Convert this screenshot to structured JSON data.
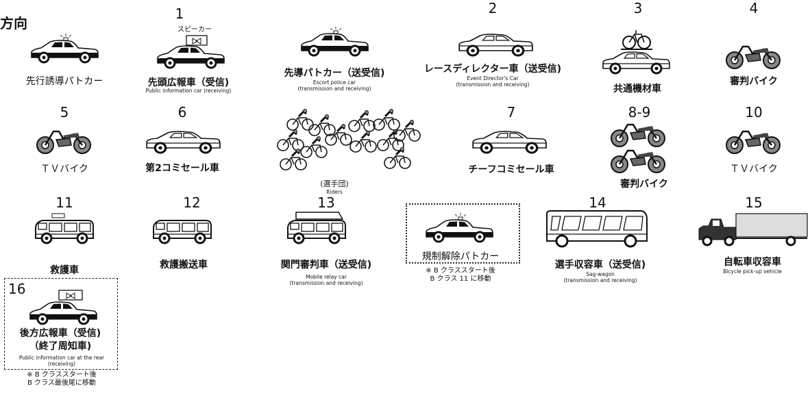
{
  "direction_label": "方向",
  "vehicles": [
    {
      "ja": "先行誘導パトカー"
    },
    {
      "number": "1",
      "ja": "先頭広報車（受信)",
      "en": "Public information car (receiving)",
      "speaker": "スピーカー"
    },
    {
      "ja": "先導パトカー（送受信)",
      "en": "Escort police car\n(transmission and receiving)"
    },
    {
      "number": "2",
      "ja": "レースディレクター車（送受信)",
      "en": "Event Director's Car\n(transmission and receiving)"
    },
    {
      "number": "3",
      "ja": "共通機材車"
    },
    {
      "number": "4",
      "ja": "審判バイク"
    },
    {
      "number": "5",
      "ja": "ＴＶバイク"
    },
    {
      "number": "6",
      "ja": "第2コミセール車"
    },
    {
      "ja": "(選手団)",
      "en": "Riders"
    },
    {
      "number": "7",
      "ja": "チーフコミセール車"
    },
    {
      "number": "8-9",
      "ja": "審判バイク"
    },
    {
      "number": "10",
      "ja": "ＴＶバイク"
    },
    {
      "number": "11",
      "ja": "救護車"
    },
    {
      "number": "12",
      "ja": "救護搬送車"
    },
    {
      "number": "13",
      "ja": "関門審判車（送受信)",
      "en": "Mobile relay car\n(transmission and receiving)"
    },
    {
      "ja": "規制解除パトカー",
      "note": "※ B クラススタート後\nB クラス 11 に移動"
    },
    {
      "number": "14",
      "ja": "選手収容車（送受信)",
      "en": "Sag-wagon\n(transmission and receiving)"
    },
    {
      "number": "15",
      "ja": "自転車収容車",
      "en": "Bicycle pick-up vehicle"
    },
    {
      "number": "16",
      "ja": "後方広報車（受信)\n（終了周知車)",
      "en": "Public information car at the rear\n(receiving)",
      "note": "※ B クラススタート後\nB クラス最後尾に移動"
    }
  ]
}
